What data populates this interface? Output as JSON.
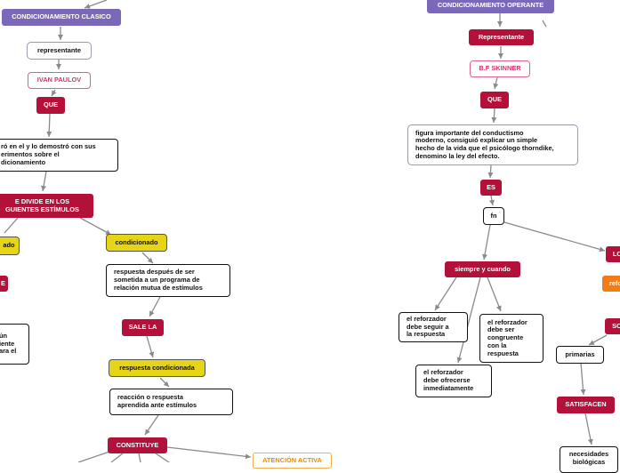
{
  "left": {
    "title": "CONDICIONAMIENTO CLASICO",
    "representante_label": "representante",
    "author": "IVAN PAULOV",
    "que_label": "QUE",
    "description": "ró en el y lo demostró con sus\nerimentos sobre el\ndicionamiento",
    "divide": "E DIVIDE EN LOS\nGUIENTES ESTÍMULOS",
    "ado_label": "ado",
    "e_label": "E",
    "partial_text": "ún\niente\nara el",
    "condicionado": "condicionado",
    "respuesta_text": "respuesta después de ser\nsometida a un programa de\nrelación mutua de estímulos",
    "sale_la": "SALE LA",
    "respuesta_condicionada": "respuesta condicionada",
    "reaccion_text": "reacción o respuesta\naprendida ante estímulos",
    "constituye": "CONSTITUYE",
    "atencion_activa": "ATENCIÓN ACTIVA"
  },
  "right": {
    "title": "CONDICIONAMIENTO OPERANTE",
    "representante_label": "Representante",
    "author": "B.F SKINNER",
    "que_label": "QUE",
    "description": "figura importante del conductismo\nmoderno, consiguió explicar un simple\nhecho de la vida que el psicólogo thorndike,\ndenomino la ley del efecto.",
    "es_label": "ES",
    "fn_label": "fn",
    "siempre_cuando": "siempre y cuando",
    "reforzador_1": "el reforzador\ndebe seguir a\nla respuesta",
    "reforzador_2": "el reforzador\ndebe ser\ncongruente\ncon la\nrespuesta",
    "reforzador_3": "el reforzador\ndebe ofrecerse\ninmediatamente",
    "lo_label": "LO",
    "refo_label": "refo",
    "so_label": "SO",
    "primarias": "primarias",
    "satisfacen": "SATISFACEN",
    "necesidades": "necesidades\nbiológicas"
  },
  "colors": {
    "purple": "#7b68b8",
    "red": "#b3103a",
    "yellow": "#e6d417",
    "pink": "#e0608a",
    "orange": "#f07d18",
    "connector": "#8a8a8a"
  }
}
